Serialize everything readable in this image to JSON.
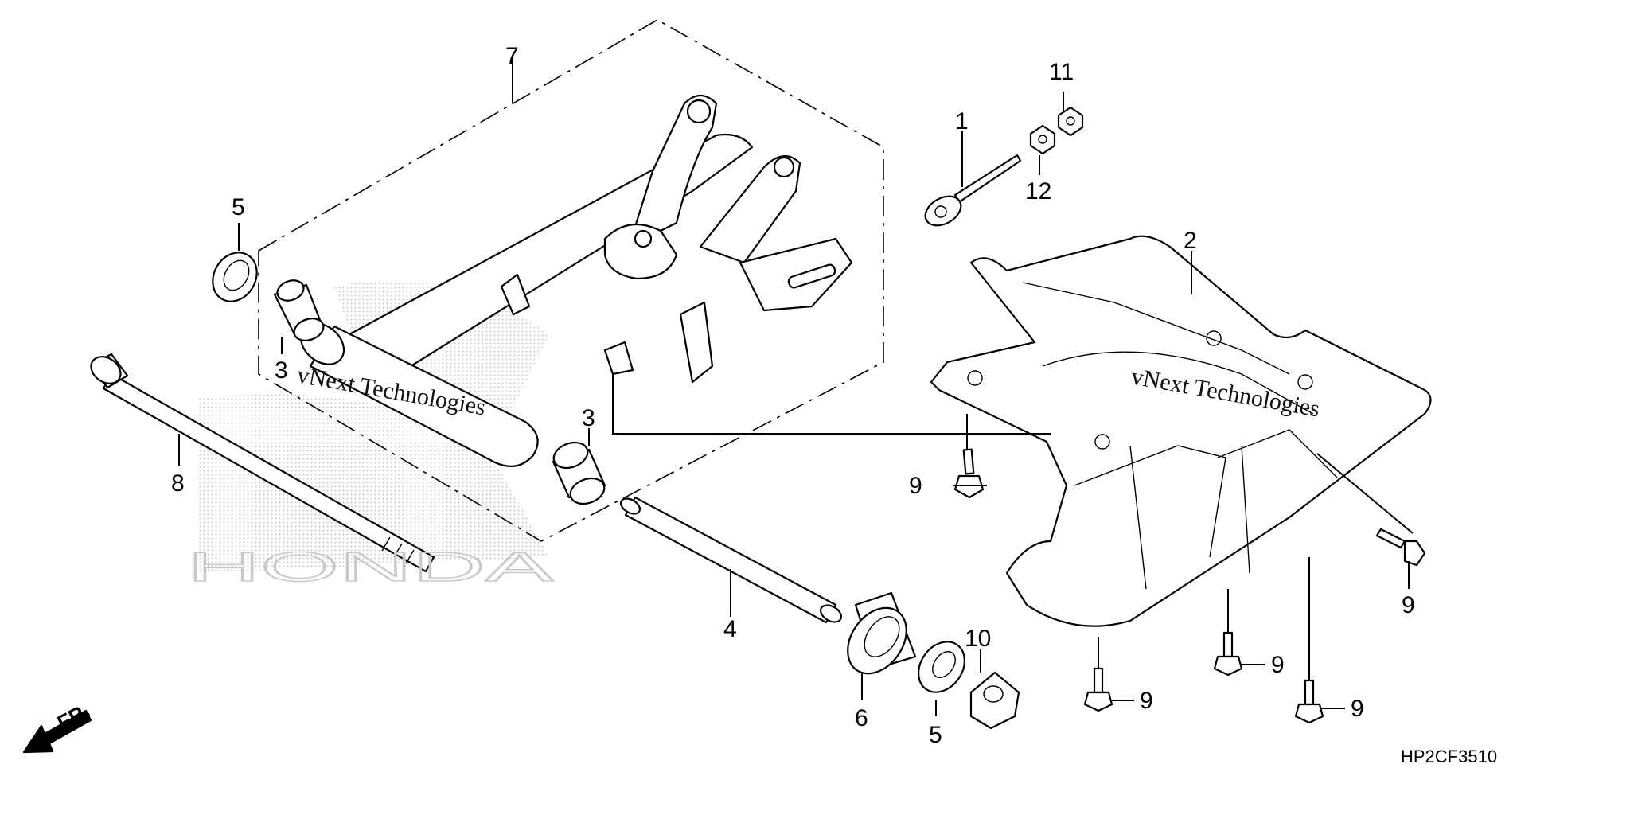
{
  "diagram": {
    "callouts": [
      {
        "id": "c1",
        "label": "1"
      },
      {
        "id": "c2",
        "label": "2"
      },
      {
        "id": "c3a",
        "label": "3"
      },
      {
        "id": "c3b",
        "label": "3"
      },
      {
        "id": "c4",
        "label": "4"
      },
      {
        "id": "c5a",
        "label": "5"
      },
      {
        "id": "c5b",
        "label": "5"
      },
      {
        "id": "c6",
        "label": "6"
      },
      {
        "id": "c7",
        "label": "7"
      },
      {
        "id": "c8",
        "label": "8"
      },
      {
        "id": "c9a",
        "label": "9"
      },
      {
        "id": "c9b",
        "label": "9"
      },
      {
        "id": "c9c",
        "label": "9"
      },
      {
        "id": "c9d",
        "label": "9"
      },
      {
        "id": "c9e",
        "label": "9"
      },
      {
        "id": "c10",
        "label": "10"
      },
      {
        "id": "c11",
        "label": "11"
      },
      {
        "id": "c12",
        "label": "12"
      }
    ],
    "direction_label": "FR.",
    "diagram_code": "HP2CF3510",
    "watermarks": {
      "left_text": "vNext Technologies",
      "right_text": "vNext Technologies",
      "brand": "HONDA"
    }
  }
}
